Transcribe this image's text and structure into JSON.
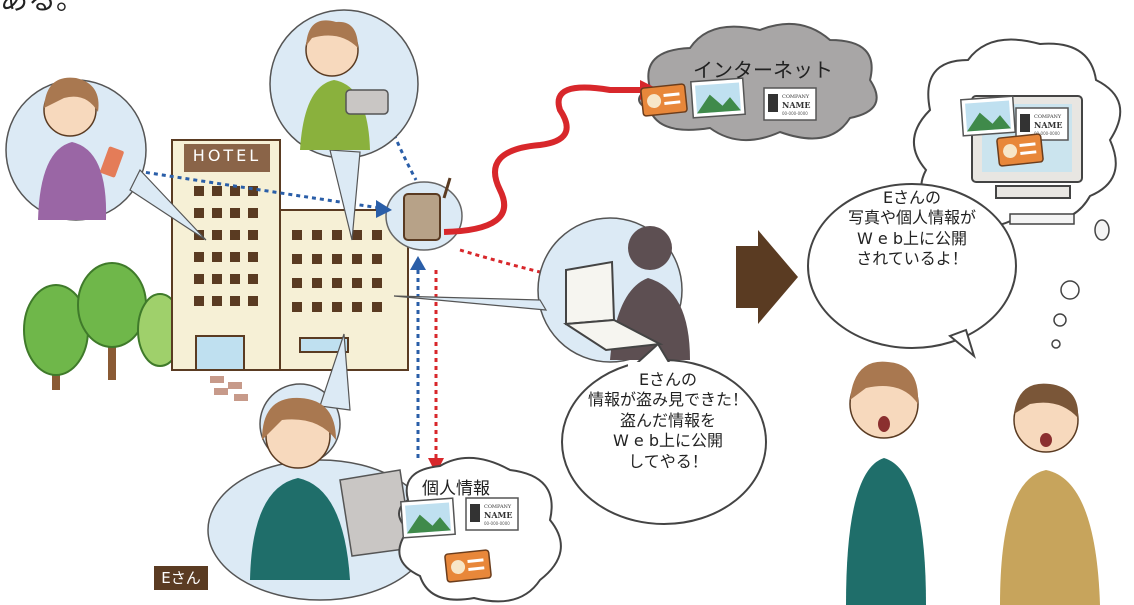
{
  "caption_top": "ある。",
  "hotel_sign": "HOTEL",
  "internet_label": "インターネット",
  "attacker_speech": [
    "Eさんの",
    "情報が盗み見できた！",
    "盗んだ情報を",
    "W e b上に公開",
    "してやる！"
  ],
  "victim_speech": [
    "Eさんの",
    "写真や個人情報が",
    "W e b上に公開",
    "されているよ！"
  ],
  "personal_info_label": "個人情報",
  "person_label": "Eさん",
  "card_text": {
    "company": "COMPANY",
    "name": "NAME",
    "number": "00-000-0000"
  },
  "colors": {
    "brown": "#5a3b22",
    "red_wave": "#d8272b",
    "blue_wave": "#2a5ea8",
    "bubble": "#dceaf5",
    "cloud": "#a8a6a6",
    "hotel": "#f6f0d6",
    "tree": "#6fb74a"
  }
}
